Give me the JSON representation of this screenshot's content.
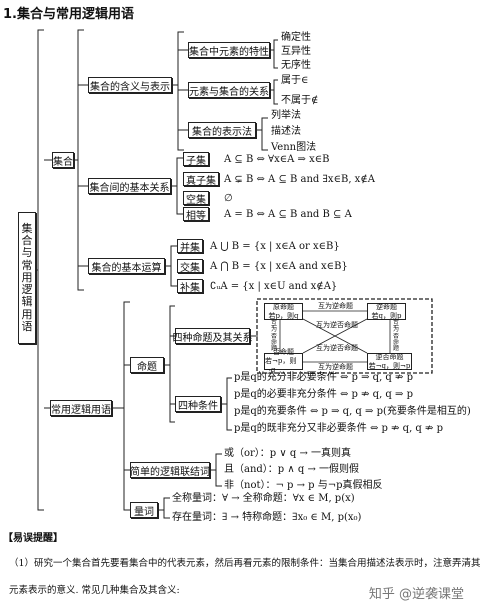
{
  "title": "1.集合与常用逻辑用语",
  "root": [
    "集",
    "合",
    "与",
    "常",
    "用",
    "逻",
    "辑",
    "用",
    "语"
  ],
  "set": {
    "label": "集合",
    "meaning": {
      "label": "集合的含义与表示",
      "elem_props": {
        "label": "集合中元素的特性",
        "items": [
          "确定性",
          "互异性",
          "无序性"
        ]
      },
      "relation": {
        "label": "元素与集合的关系",
        "items": [
          "属于∈",
          "不属于∉"
        ]
      },
      "repr": {
        "label": "集合的表示法",
        "items": [
          "列举法",
          "描述法",
          "Venn图法"
        ]
      }
    },
    "relations": {
      "label": "集合间的基本关系",
      "items": [
        {
          "label": "子集",
          "formula": "A ⊆ B ⇔ ∀x∈A ⇒ x∈B"
        },
        {
          "label": "真子集",
          "formula": "A ⊊ B ⇔ A ⊆ B and ∃x∈B, x∉A"
        },
        {
          "label": "空集",
          "formula": "∅"
        },
        {
          "label": "相等",
          "formula": "A = B ⇔ A ⊆ B and B ⊆ A"
        }
      ]
    },
    "operations": {
      "label": "集合的基本运算",
      "items": [
        {
          "label": "并集",
          "formula": "A ⋃ B = {x | x∈A or x∈B}"
        },
        {
          "label": "交集",
          "formula": "A ⋂ B = {x | x∈A and x∈B}"
        },
        {
          "label": "补集",
          "formula": "∁ᵤA = {x | x∈U and x∉A}"
        }
      ]
    }
  },
  "logic": {
    "label": "常用逻辑用语",
    "proposition": {
      "label": "命题",
      "four": {
        "label": "四种命题及其关系",
        "diagram": {
          "original": [
            "原命题",
            "若p，则q"
          ],
          "converse": [
            "逆命题",
            "若q，则p"
          ],
          "inverse": [
            "否命题",
            "若¬p，则¬q"
          ],
          "contrapositive": [
            "逆否命题",
            "若¬q，则¬p"
          ],
          "top": "互为逆命题",
          "bottom": "互为逆命题",
          "left": [
            "互",
            "为",
            "否",
            "命",
            "题"
          ],
          "right": [
            "互",
            "为",
            "否",
            "命",
            "题"
          ],
          "center_top": "互为逆否命题",
          "center_bottom": "互为逆否命题"
        }
      },
      "conditions": {
        "label": "四种条件",
        "items": [
          "p是q的充分非必要条件 ⇔ p ⇒ q, q ⇏ p",
          "p是q的必要非充分条件 ⇔ p ⇏ q, q ⇒ p",
          "p是q的充要条件 ⇔ p ⇒ q, q ⇒ p(充要条件是相互的)",
          "p是q的既非充分又非必要条件 ⇔ p ⇏ q, q ⇏ p"
        ]
      }
    },
    "connectives": {
      "label": "简单的逻辑联结词",
      "items": [
        "或（or）：p ∨ q → 一真则真",
        "且（and）：p ∧ q → 一假则假",
        "非（not）：¬ p → p 与¬p真假相反"
      ]
    },
    "quantifiers": {
      "label": "量词",
      "items": [
        "全称量词：∀ → 全称命题：∀x ∈ M, p(x)",
        "存在量词：∃ → 特称命题：∃x₀ ∈ M, p(x₀)"
      ]
    }
  },
  "notes": {
    "heading": "【易误提醒】",
    "lines": [
      "（1）研究一个集合首先要看集合中的代表元素，然后再看元素的限制条件：当集合用描述法表示时，注意弄清其",
      "元素表示的意义. 常见几种集合及其含义:"
    ]
  },
  "watermark": "知乎 @逆袭课堂"
}
